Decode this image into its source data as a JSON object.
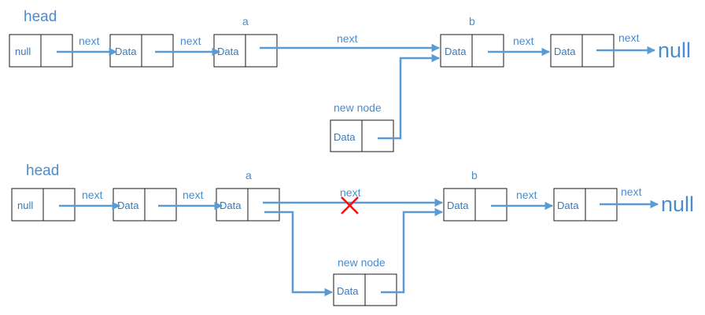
{
  "diagrams": [
    {
      "head_label": "head",
      "a_label": "a",
      "b_label": "b",
      "new_node_label": "new node",
      "null_end_label": "null",
      "cells": {
        "head_node": "null",
        "node1": "Data",
        "node_a": "Data",
        "node_b": "Data",
        "node4": "Data",
        "new_node": "Data"
      },
      "edges": {
        "head_to_node1": "next",
        "node1_to_a": "next",
        "a_to_b": "next",
        "b_to_node4": "next",
        "node4_to_null": "next"
      }
    },
    {
      "head_label": "head",
      "a_label": "a",
      "b_label": "b",
      "new_node_label": "new node",
      "null_end_label": "null",
      "cells": {
        "head_node": "null",
        "node1": "Data",
        "node_a": "Data",
        "node_b": "Data",
        "node4": "Data",
        "new_node": "Data"
      },
      "edges": {
        "head_to_node1": "next",
        "node1_to_a": "next",
        "a_to_b": "next",
        "b_to_node4": "next",
        "node4_to_null": "next"
      },
      "removed_link_mark": "red-x-icon"
    }
  ],
  "colors": {
    "arrow": "#5b9bd5",
    "text": "#4a8ccc",
    "cross": "#ee1111",
    "node_border": "#1a1a1a"
  }
}
